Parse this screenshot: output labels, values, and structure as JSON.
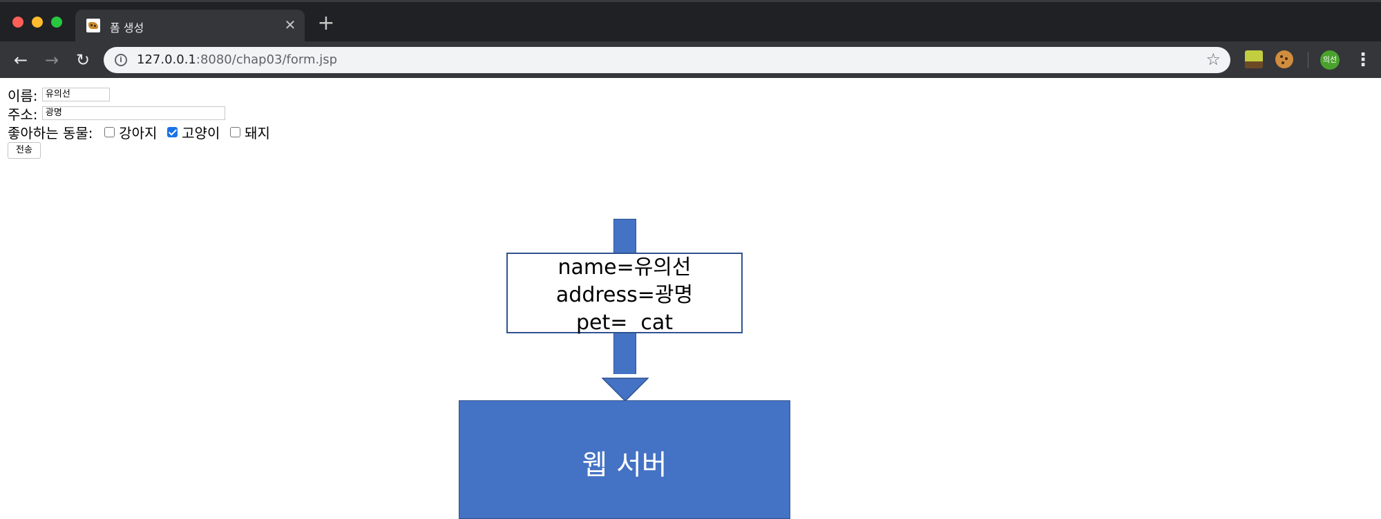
{
  "browser": {
    "tab_title": "폼 생성",
    "new_tab_symbol": "+",
    "url_host": "127.0.0.1",
    "url_rest": ":8080/chap03/form.jsp",
    "avatar_text": "의선"
  },
  "form": {
    "name_label": "이름:",
    "name_value": "유의선",
    "address_label": "주소:",
    "address_value": "광명",
    "pet_label": "좋아하는 동물:",
    "pets": [
      {
        "label": "강아지",
        "checked": false
      },
      {
        "label": "고양이",
        "checked": true
      },
      {
        "label": "돼지",
        "checked": false
      }
    ],
    "submit_label": "전송"
  },
  "diagram": {
    "params": [
      "name=유의선",
      "address=광명",
      "pet=  cat"
    ],
    "server_label": "웹 서버"
  },
  "colors": {
    "arrow": "#4472c4",
    "server": "#4472c4",
    "box_border": "#2f528f"
  }
}
